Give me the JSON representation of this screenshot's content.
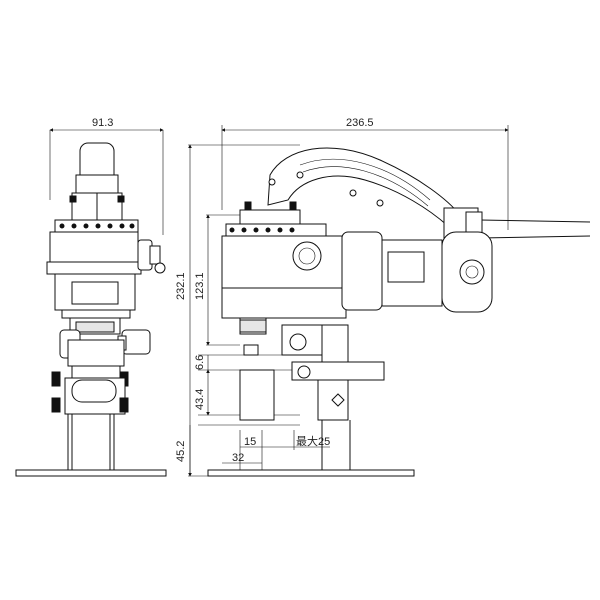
{
  "dimensions": {
    "front_width": "91.3",
    "side_width": "236.5",
    "overall_height": "232.1",
    "body_height": "123.1",
    "dim_6_6": "6.6",
    "dim_43_4": "43.4",
    "dim_45_2": "45.2",
    "dim_15": "15",
    "dim_32": "32",
    "max_25": "最大25"
  }
}
